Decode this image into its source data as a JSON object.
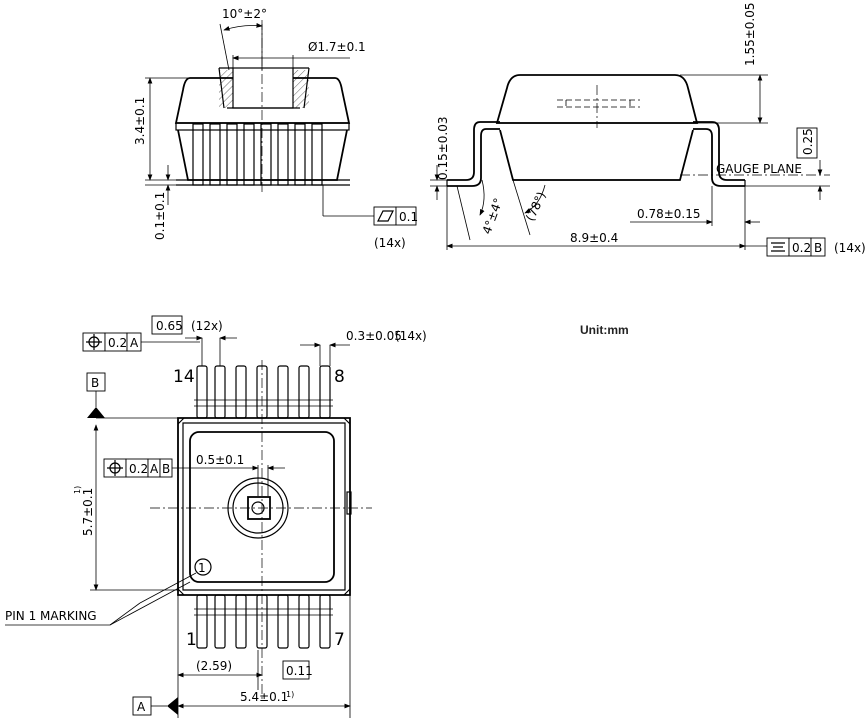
{
  "front_view": {
    "angle_label": "10°±2°",
    "hole_label": "Ø1.7±0.1",
    "height_label": "3.4±0.1",
    "standoff_label": "0.1±0.1",
    "flatness_value": "0.1",
    "flatness_count": "(14x)"
  },
  "side_view": {
    "top_height_label": "1.55±0.05",
    "lead_thickness_label": "0.15±0.03",
    "lead_angle_label": "4°±4°",
    "draft_angle_label": "(78°)",
    "foot_length_label": "0.78±0.15",
    "overall_width_label": "8.9±0.4",
    "gauge_plane_label": "GAUGE PLANE",
    "gauge_value": "0.25",
    "sym_tol_value": "0.2",
    "sym_datum": "B",
    "sym_count": "(14x)"
  },
  "top_view": {
    "pos_tol_1": "0.2",
    "pos_datum_1": "A",
    "pitch_basic": "0.65",
    "pitch_count": "(12x)",
    "lead_width_label": "0.3±0.05",
    "lead_width_count": "(14x)",
    "pin14": "14",
    "pin8": "8",
    "pin1": "1",
    "pin7": "7",
    "datum_b": "B",
    "datum_a": "A",
    "body_length_label": "5.7±0.1",
    "body_length_note": "1)",
    "pos_tol_2": "0.2",
    "pos_datum_2a": "A",
    "pos_datum_2b": "B",
    "port_offset_label": "0.5±0.1",
    "pin1_marking_label": "PIN 1 MARKING",
    "ref_dim_label": "(2.59)",
    "basic_dim_label": "0.11",
    "body_width_label": "5.4±0.1",
    "body_width_note": "1)"
  },
  "unit_label": "Unit:mm"
}
